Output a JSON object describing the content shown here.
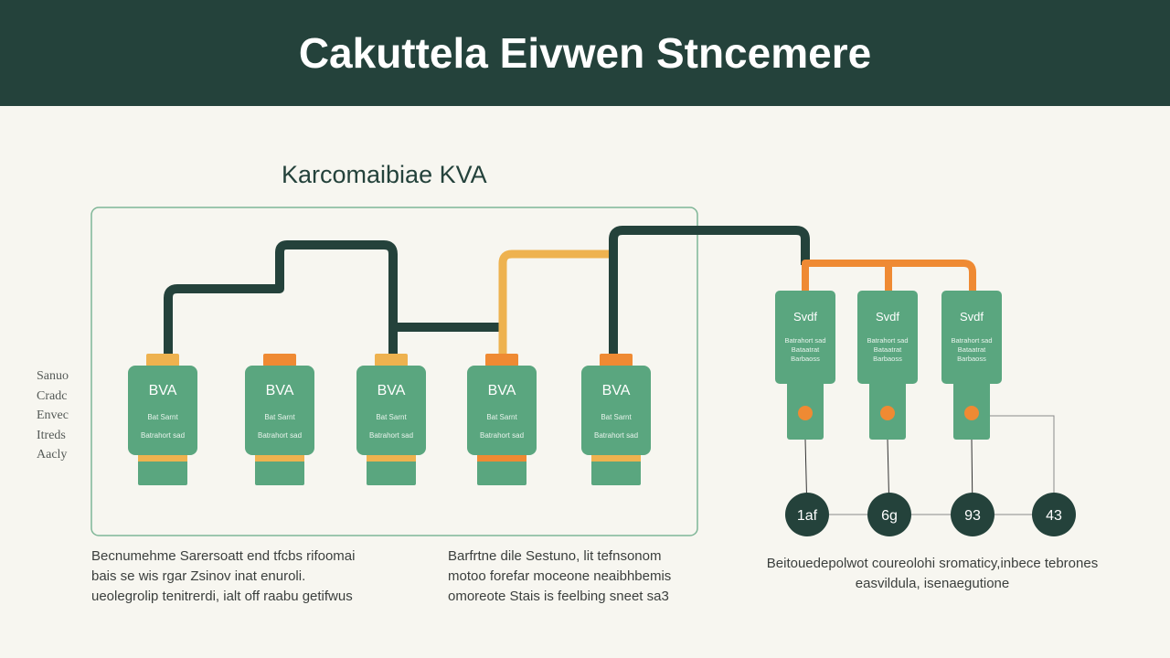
{
  "header": {
    "title": "Cakuttela Eivwen Stncemere"
  },
  "diagram": {
    "title": "Karcomaibiae KVA",
    "colors": {
      "dark": "#24423b",
      "green": "#5aa67f",
      "orange": "#ef8a33",
      "yellow": "#eeb24f",
      "line": "#8a8a8a",
      "frame": "#7fb697"
    },
    "side_labels": [
      "Sanuo",
      "Cradc",
      "Envec",
      "Itreds",
      "Aacly"
    ],
    "modules": [
      {
        "label": "BVA",
        "sub1": "Bat Sarnt",
        "sub2": "Batrahort sad",
        "cap": "yellow",
        "band": "yellow"
      },
      {
        "label": "BVA",
        "sub1": "Bat Sarnt",
        "sub2": "Batrahort sad",
        "cap": "orange",
        "band": "yellow"
      },
      {
        "label": "BVA",
        "sub1": "Bat Sarnt",
        "sub2": "Batrahort sad",
        "cap": "yellow",
        "band": "yellow"
      },
      {
        "label": "BVA",
        "sub1": "Bat Sarnt",
        "sub2": "Batrahort sad",
        "cap": "orange",
        "band": "orange"
      },
      {
        "label": "BVA",
        "sub1": "Bat Sarnt",
        "sub2": "Batrahort sad",
        "cap": "orange",
        "band": "yellow"
      }
    ],
    "units": [
      {
        "label": "Svdf",
        "sub": [
          "Batrahort sad",
          "Bataatrat",
          "Barbaoss"
        ]
      },
      {
        "label": "Svdf",
        "sub": [
          "Batrahort sad",
          "Bataatrat",
          "Barbaoss"
        ]
      },
      {
        "label": "Svdf",
        "sub": [
          "Batrahort sad",
          "Bataatrat",
          "Barbaoss"
        ]
      }
    ],
    "nodes": [
      "1af",
      "6g",
      "93",
      "43"
    ]
  },
  "captions": {
    "left": [
      "Becnumehme Sarersoatt end tfcbs rifoomai",
      "bais se wis rgar Zsinov inat enuroli.",
      "ueolegrolip tenitrerdi, ialt off raabu getifwus"
    ],
    "middle": [
      "Barfrtne dile Sestuno, lit tefnsonom",
      "motoo forefar moceone neaibhbemis",
      "omoreote Stais is feelbing sneet sa3"
    ],
    "right": [
      "Beitouedepolwot coureolohi sromaticy,inbece tebrones",
      "easvildula, isenaegutione"
    ]
  }
}
